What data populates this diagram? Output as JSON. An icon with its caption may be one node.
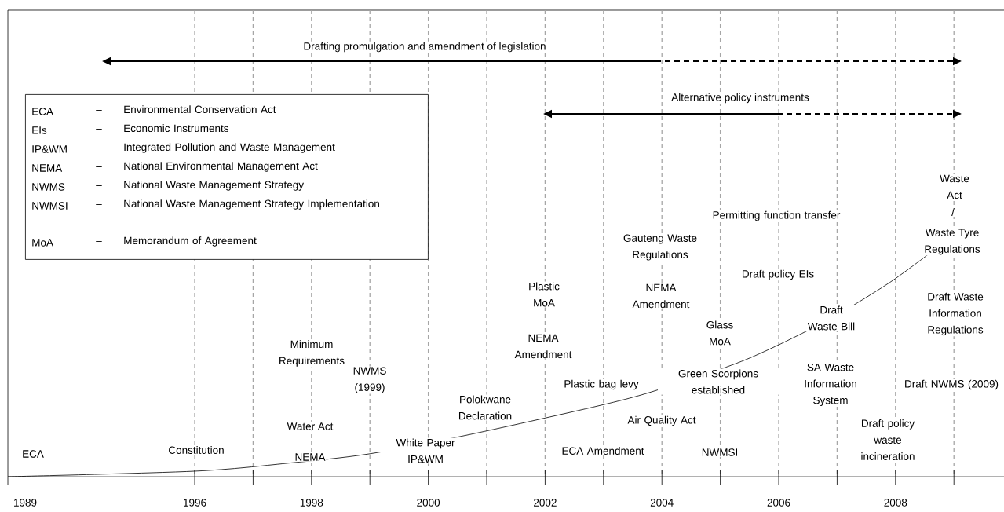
{
  "diagram": {
    "nodes": [
      {
        "text": [
          "ECA",
          "–",
          "Environmental Conservation Act",
          "EIs",
          "–",
          "Economic Instruments",
          "IP&WM",
          "–",
          "Integrated Pollution and Waste Management",
          "NEMA",
          "–",
          "National Environmental Management Act",
          "NWMS",
          "–",
          "National Waste Management Strategy",
          "NWMSI",
          "–",
          "National Waste Management Strategy Implementation",
          "MoA",
          "–",
          "Memorandum of Agreement"
        ]
      }
    ],
    "labels": [
      "Drafting promulgation and amendment of legislation",
      "Alternative policy instruments",
      "ECA",
      "Constitution",
      "Minimum Requirements",
      "Water Act",
      "NEMA",
      "NWMS (1999)",
      "White Paper IP&WM",
      "Polokwane Declaration",
      "Plastic MoA",
      "NEMA Amendment",
      "Plastic bag levy",
      "ECA Amendment",
      "Gauteng Waste Regulations",
      "NEMA Amendment",
      "Air Quality Act",
      "Green Scorpions established",
      "Glass MoA",
      "NWMSI",
      "Permitting function transfer",
      "Draft policy EIs",
      "Draft Waste Bill",
      "SA Waste Information System",
      "Draft policy waste incineration",
      "Waste Act",
      "/",
      "Waste Tyre Regulations",
      "Draft Waste Information Regulations",
      "Draft NWMS (2009)",
      "1989",
      "1996",
      "1998",
      "2000",
      "2002",
      "2004",
      "2006",
      "2008"
    ]
  }
}
